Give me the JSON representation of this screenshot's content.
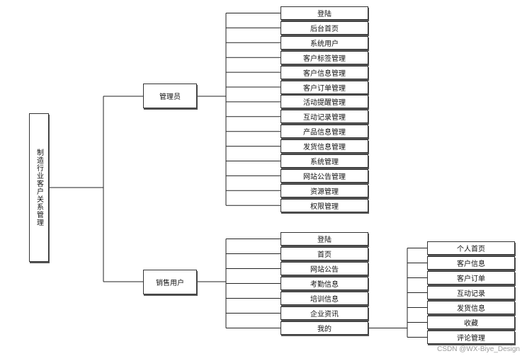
{
  "root": {
    "label": "制造行业客户关系管理"
  },
  "admin": {
    "label": "管理员",
    "items": [
      "登陆",
      "后台首页",
      "系统用户",
      "客户标签管理",
      "客户信息管理",
      "客户订单管理",
      "活动提醒管理",
      "互动记录管理",
      "产品信息管理",
      "发货信息管理",
      "系统管理",
      "网站公告管理",
      "资源管理",
      "权限管理"
    ]
  },
  "sales": {
    "label": "销售用户",
    "items": [
      "登陆",
      "首页",
      "网站公告",
      "考勤信息",
      "培训信息",
      "企业资讯",
      "我的"
    ]
  },
  "mine": {
    "items": [
      "个人首页",
      "客户信息",
      "客户订单",
      "互动记录",
      "发货信息",
      "收藏",
      "评论管理"
    ]
  },
  "watermark": "CSDN @WX-Biye_Design"
}
